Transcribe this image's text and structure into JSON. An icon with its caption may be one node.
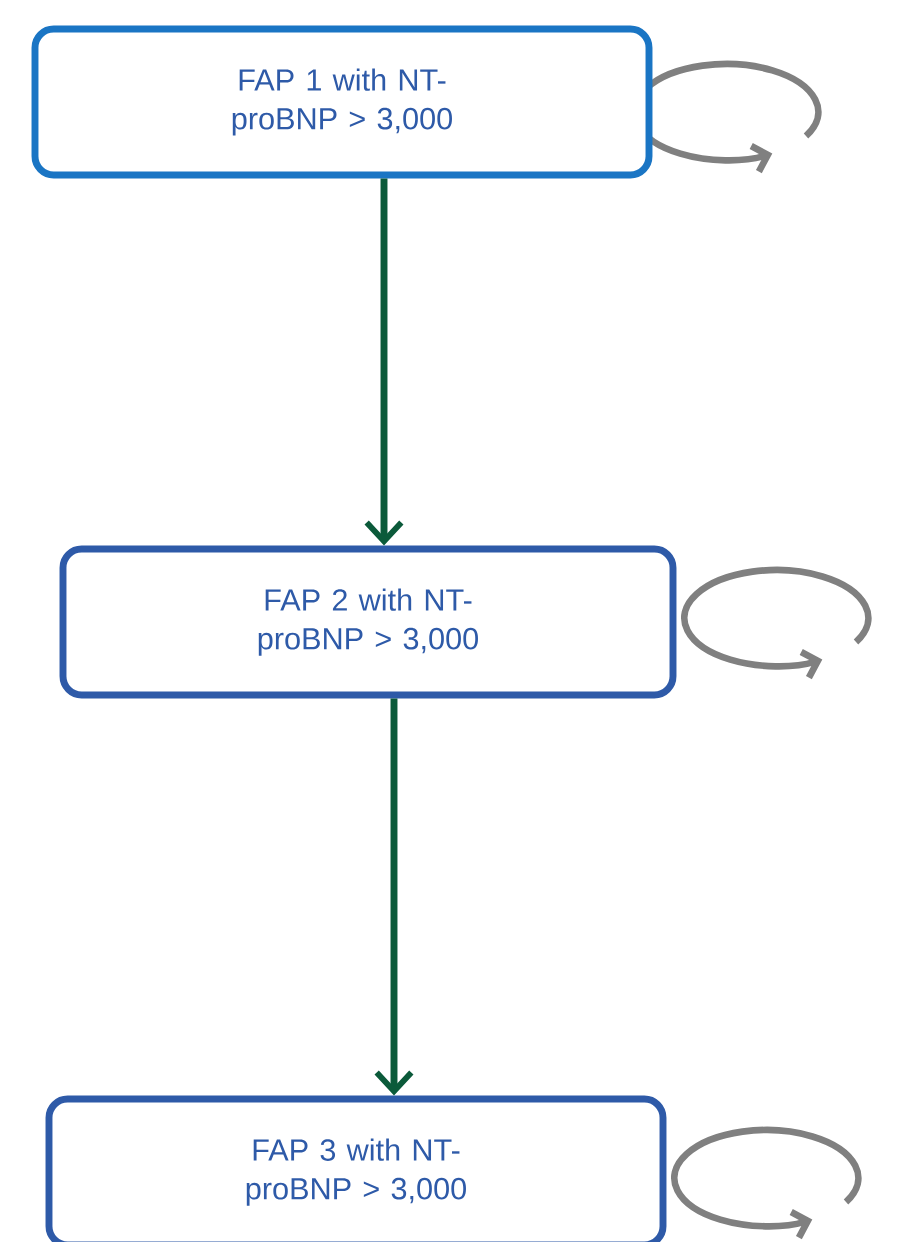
{
  "diagram": {
    "nodes": [
      {
        "text": [
          "FAP 1 with NT-proBNP > 3,000"
        ]
      },
      {
        "text": [
          "FAP 2 with NT-proBNP > 3,000"
        ]
      },
      {
        "text": [
          "FAP 3 with NT-proBNP > 3,000"
        ]
      }
    ],
    "edges": [
      {
        "from": 0,
        "to": 1,
        "arrow": "to"
      },
      {
        "from": 1,
        "to": 2,
        "arrow": "to"
      }
    ]
  }
}
